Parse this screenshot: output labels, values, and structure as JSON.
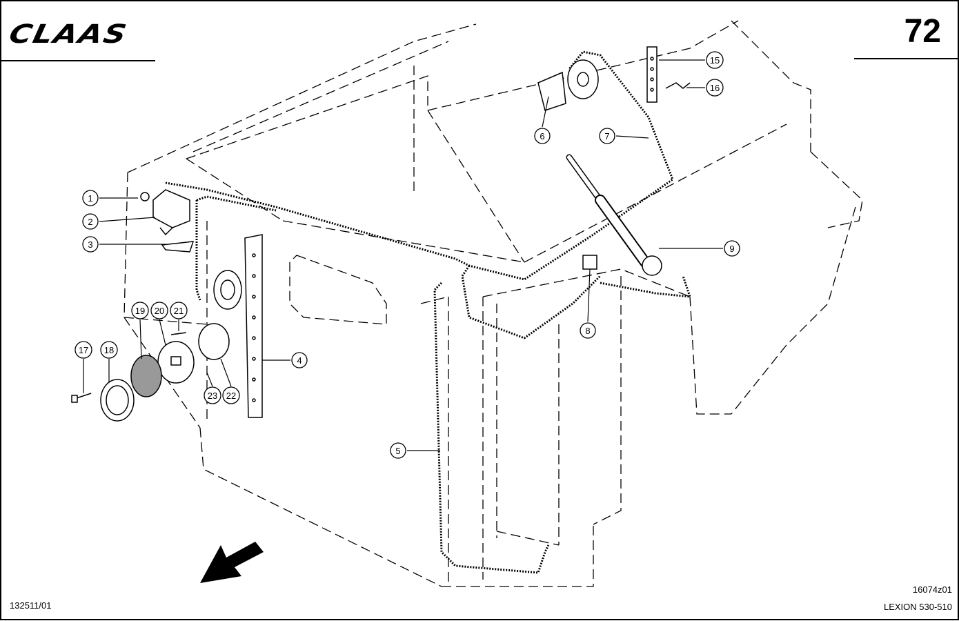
{
  "header": {
    "brand": "CLAAS",
    "page_number": "72"
  },
  "footer": {
    "left_code": "132511/01",
    "drawing_id": "16074z01",
    "model": "LEXION 530-510"
  },
  "callouts": [
    "1",
    "2",
    "3",
    "4",
    "5",
    "6",
    "7",
    "8",
    "9",
    "15",
    "16",
    "17",
    "18",
    "19",
    "20",
    "21",
    "22",
    "23"
  ]
}
